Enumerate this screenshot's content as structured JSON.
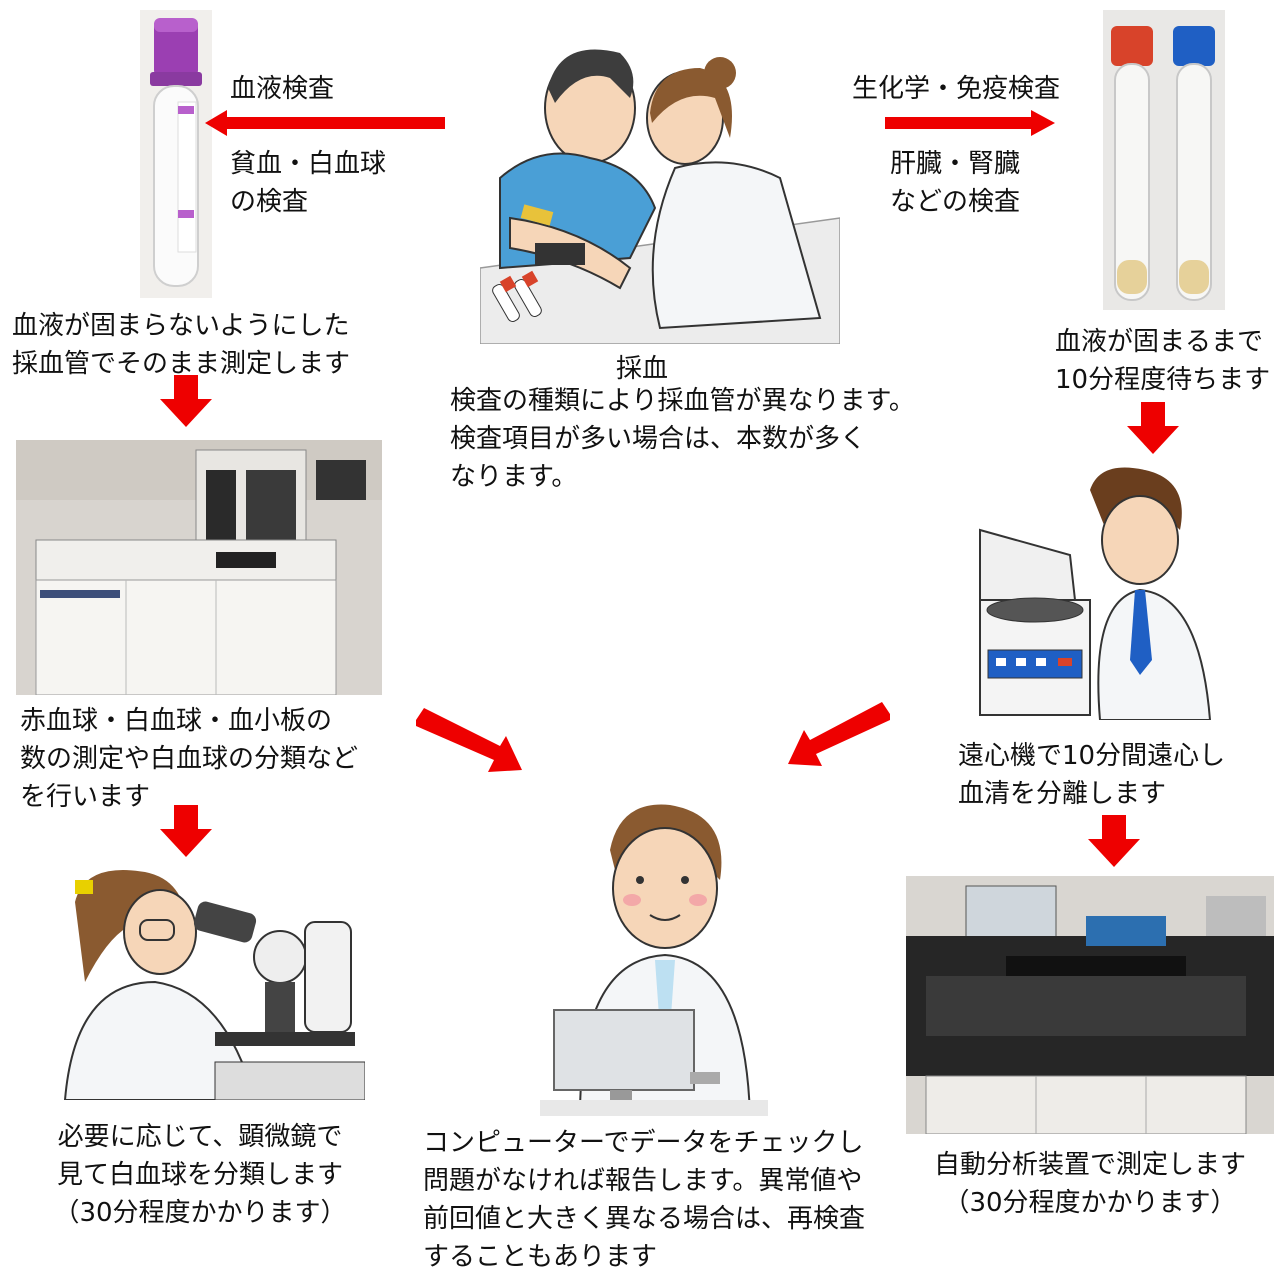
{
  "center": {
    "caption": "採血",
    "note": "検査の種類により採血管が異なります。\n検査項目が多い場合は、本数が多く\nなります。"
  },
  "left_branch": {
    "arrow_label_top": "血液検査",
    "arrow_label_bottom": "貧血・白血球\nの検査",
    "tube_caption": "血液が固まらないようにした\n採血管でそのまま測定します",
    "analyzer_caption": "赤血球・白血球・血小板の\n数の測定や白血球の分類など\nを行います",
    "microscope_caption": "必要に応じて、顕微鏡で\n見て白血球を分類します\n（30分程度かかります）"
  },
  "right_branch": {
    "arrow_label_top": "生化学・免疫検査",
    "arrow_label_bottom": "肝臓・腎臓\nなどの検査",
    "tube_caption": "血液が固まるまで\n10分程度待ちます",
    "centrifuge_caption": "遠心機で10分間遠心し\n血清を分離します",
    "analyzer_caption": "自動分析装置で測定します\n（30分程度かかります）"
  },
  "bottom": {
    "computer_caption": "コンピューターでデータをチェックし\n問題がなければ報告します。異常値や\n前回値と大きく異なる場合は、再検査\nすることもあります"
  },
  "colors": {
    "arrow": "#ee0000",
    "tube_cap_purple": "#9b3fb2",
    "tube_cap_red": "#d8432a",
    "tube_cap_blue": "#1f5fc4",
    "shirt_blue": "#4a9fd6",
    "coat_white": "#f4f6f8"
  },
  "icons": [
    "purple-cap-tube",
    "red-cap-tube",
    "blue-cap-tube",
    "blood-draw-illustration",
    "hematology-analyzer-photo",
    "centrifuge-illustration",
    "microscope-illustration",
    "computer-illustration",
    "chemistry-analyzer-photo"
  ]
}
